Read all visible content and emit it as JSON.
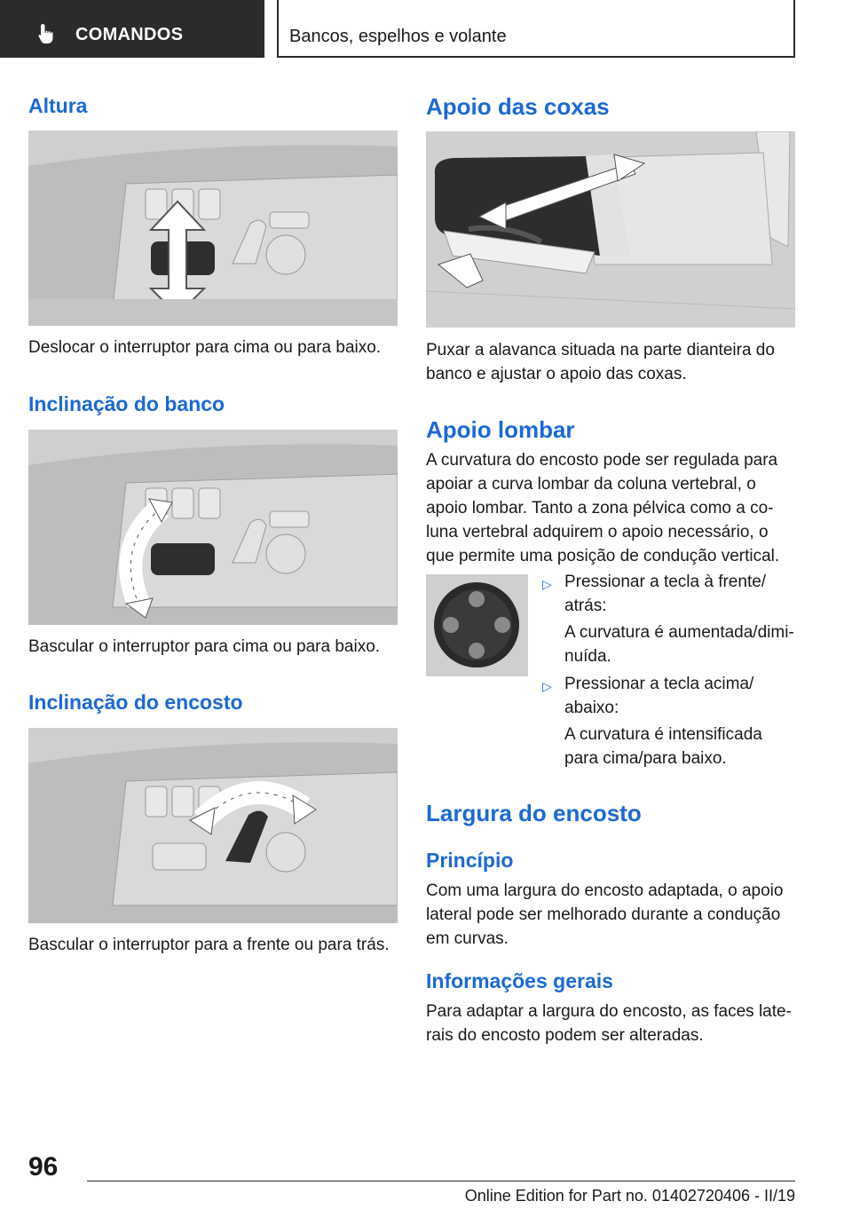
{
  "header": {
    "chapter_tab": "COMANDOS",
    "section_title": "Bancos, espelhos e volante",
    "icon": "hand-pointer-icon"
  },
  "left_column": {
    "altura": {
      "heading": "Altura",
      "figure_icon": "seat-height-switch-illustration",
      "caption": "Deslocar o interruptor para cima ou para baixo."
    },
    "inclinacao_banco": {
      "heading": "Inclinação do banco",
      "figure_icon": "seat-tilt-switch-illustration",
      "caption": "Bascular o interruptor para cima ou para baixo."
    },
    "inclinacao_encosto": {
      "heading": "Inclinação do encosto",
      "figure_icon": "backrest-tilt-switch-illustration",
      "caption": "Bascular o interruptor para a frente ou para trás."
    }
  },
  "right_column": {
    "apoio_coxas": {
      "heading": "Apoio das coxas",
      "figure_icon": "thigh-support-illustration",
      "caption_line1": "Puxar a alavanca situada na parte dianteira do",
      "caption_line2": "banco e ajustar o apoio das coxas."
    },
    "apoio_lombar": {
      "heading": "Apoio lombar",
      "lines": [
        "A curvatura do encosto pode ser regulada para",
        "apoiar a curva lombar da coluna vertebral, o",
        "apoio lombar. Tanto a zona pélvica como a co-",
        "luna vertebral adquirem o apoio necessário, o",
        "que permite uma posição de condução vertical."
      ],
      "figure_icon": "lumbar-four-way-button-illustration",
      "bullets": [
        {
          "marker": "▷",
          "label_line1": "Pressionar a tecla à frente/",
          "label_line2": "atrás:",
          "detail_line1": "A curvatura é aumentada/dimi-",
          "detail_line2": "nuída."
        },
        {
          "marker": "▷",
          "label_line1": "Pressionar a tecla acima/",
          "label_line2": "abaixo:",
          "detail_line1": "A curvatura é intensificada",
          "detail_line2": "para cima/para baixo."
        }
      ]
    },
    "largura_encosto": {
      "heading": "Largura do encosto",
      "principio": {
        "heading": "Princípio",
        "lines": [
          "Com uma largura do encosto adaptada, o apoio",
          "lateral pode ser melhorado durante a condução",
          "em curvas."
        ]
      },
      "informacoes": {
        "heading": "Informações gerais",
        "lines": [
          "Para adaptar a largura do encosto, as faces late-",
          "rais do encosto podem ser alteradas."
        ]
      }
    }
  },
  "footer": {
    "page_number": "96",
    "edition": "Online Edition for Part no. 01402720406 - II/19"
  }
}
